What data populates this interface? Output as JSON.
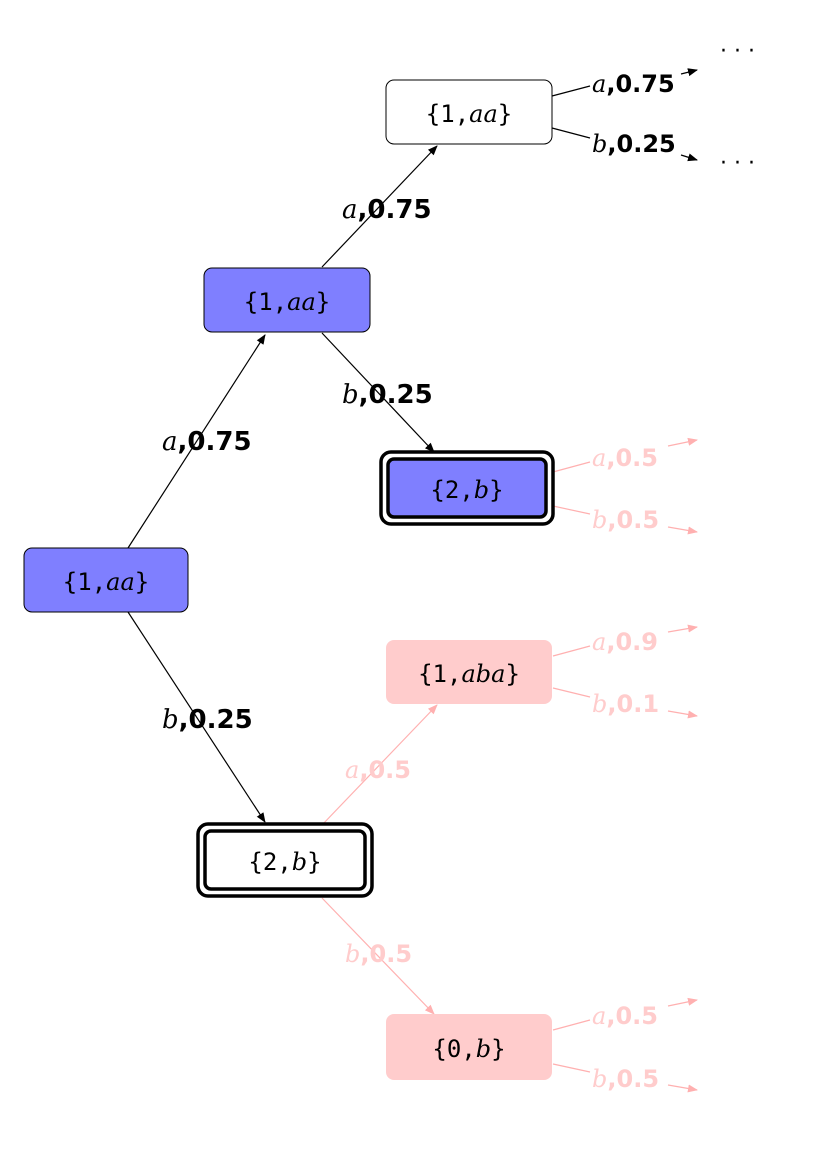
{
  "colors": {
    "ink": "#000000",
    "visited": "#7f7fff",
    "faded": "#ffcccc",
    "faded_line": "#ffb0b0"
  },
  "nodes": {
    "root": {
      "num": "1",
      "word": "aa",
      "style": "visited"
    },
    "n1": {
      "num": "1",
      "word": "aa",
      "style": "visited"
    },
    "n2": {
      "num": "1",
      "word": "aa",
      "style": "plain"
    },
    "n3": {
      "num": "2",
      "word": "b",
      "style": "visited-double"
    },
    "n4": {
      "num": "2",
      "word": "b",
      "style": "double"
    },
    "n5": {
      "num": "1",
      "word": "aba",
      "style": "faded"
    },
    "n6": {
      "num": "0",
      "word": "b",
      "style": "faded"
    }
  },
  "edges": {
    "root_n1": {
      "sym": "a",
      "prob": "0.75"
    },
    "root_n4": {
      "sym": "b",
      "prob": "0.25"
    },
    "n1_n2": {
      "sym": "a",
      "prob": "0.75"
    },
    "n1_n3": {
      "sym": "b",
      "prob": "0.25"
    },
    "n4_n5": {
      "sym": "a",
      "prob": "0.5"
    },
    "n4_n6": {
      "sym": "b",
      "prob": "0.5"
    },
    "n2_out_a": {
      "sym": "a",
      "prob": "0.75"
    },
    "n2_out_b": {
      "sym": "b",
      "prob": "0.25"
    },
    "n3_out_a": {
      "sym": "a",
      "prob": "0.5"
    },
    "n3_out_b": {
      "sym": "b",
      "prob": "0.5"
    },
    "n5_out_a": {
      "sym": "a",
      "prob": "0.9"
    },
    "n5_out_b": {
      "sym": "b",
      "prob": "0.1"
    },
    "n6_out_a": {
      "sym": "a",
      "prob": "0.5"
    },
    "n6_out_b": {
      "sym": "b",
      "prob": "0.5"
    }
  },
  "continuation": "· · ·",
  "brace_open": "{",
  "brace_close": "}",
  "comma": ","
}
